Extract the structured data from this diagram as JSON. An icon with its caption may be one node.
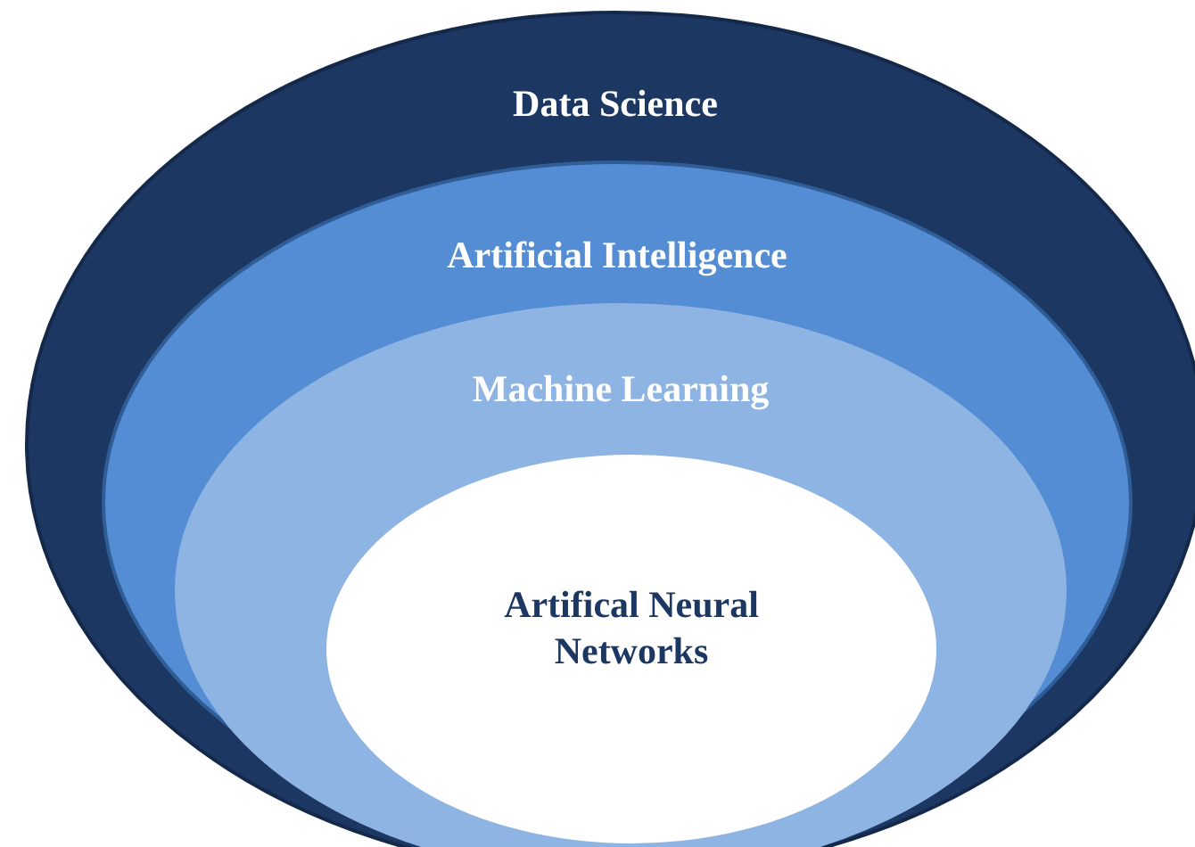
{
  "diagram": {
    "nodes": [
      {
        "text": [
          "Data Science"
        ]
      },
      {
        "text": [
          "Artificial Intelligence"
        ],
        "in": 0
      },
      {
        "text": [
          "Machine Learning"
        ],
        "in": 1
      },
      {
        "text": [
          "Artifical Neural Networks"
        ],
        "in": 2
      }
    ]
  }
}
